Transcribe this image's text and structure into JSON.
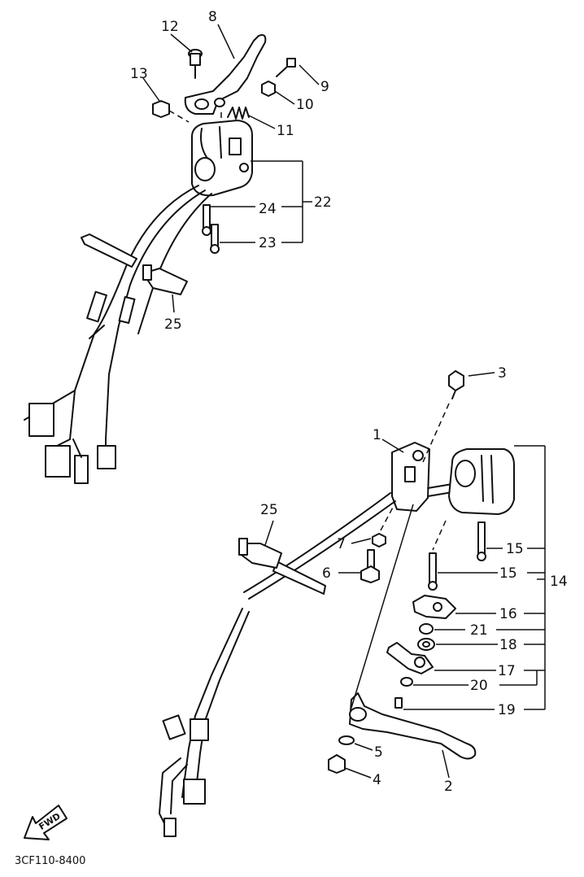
{
  "diagram_code": "3CF110-8400",
  "direction_label": "FWD",
  "callouts": {
    "p1": "1",
    "p2": "2",
    "p3": "3",
    "p4": "4",
    "p5": "5",
    "p6": "6",
    "p7": "7",
    "p8": "8",
    "p9": "9",
    "p10": "10",
    "p11": "11",
    "p12": "12",
    "p13": "13",
    "p14": "14",
    "p15a": "15",
    "p15b": "15",
    "p16": "16",
    "p17": "17",
    "p18": "18",
    "p19": "19",
    "p20": "20",
    "p21": "21",
    "p22": "22",
    "p23": "23",
    "p24": "24",
    "p25a": "25",
    "p25b": "25"
  }
}
